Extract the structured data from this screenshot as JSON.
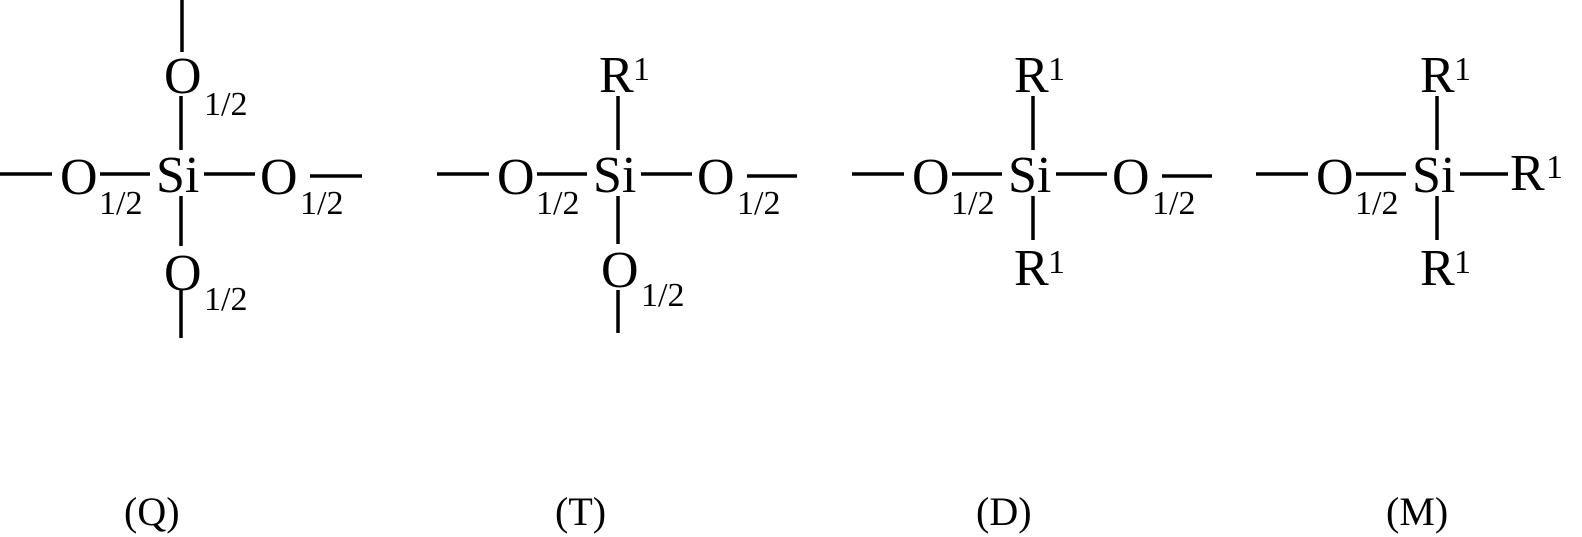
{
  "atoms": {
    "si": "Si",
    "o": "O",
    "r": "R",
    "r_sup": "1",
    "half": "1/2"
  },
  "labels": {
    "q": "(Q)",
    "t": "(T)",
    "d": "(D)",
    "m": "(M)"
  },
  "colors": {
    "ink": "#000000",
    "background": "#ffffff"
  }
}
